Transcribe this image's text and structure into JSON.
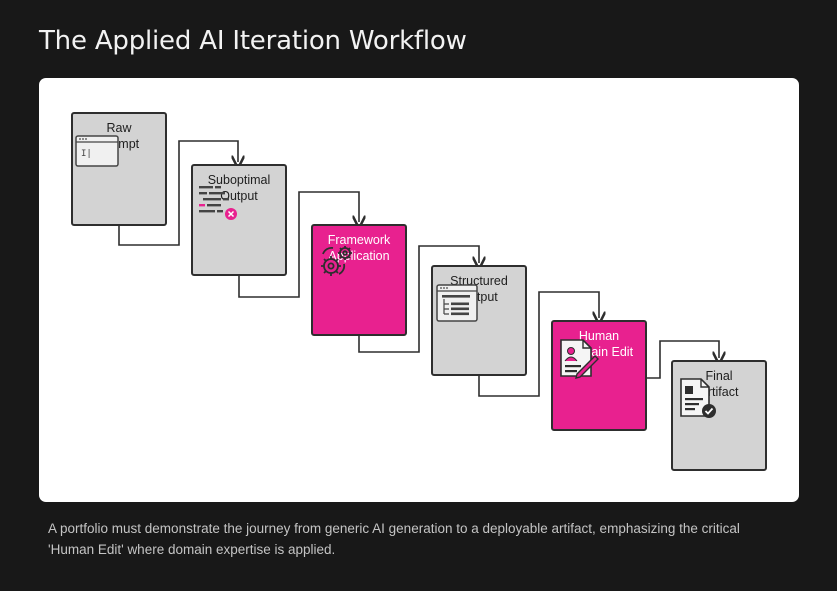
{
  "title": "The Applied AI Iteration Workflow",
  "caption": "A portfolio must demonstrate the journey from generic AI generation to a deployable artifact, emphasizing the critical 'Human Edit' where domain expertise is applied.",
  "colors": {
    "background": "#181818",
    "panel": "#ffffff",
    "step_grey": "#d3d3d3",
    "step_pink": "#e8218f",
    "outline": "#2e2e2e"
  },
  "steps": [
    {
      "label_lines": [
        "Raw",
        "Prompt"
      ],
      "icon": "prompt-window-icon",
      "style": "grey"
    },
    {
      "label_lines": [
        "Suboptimal",
        "Output"
      ],
      "icon": "error-text-icon",
      "style": "grey"
    },
    {
      "label_lines": [
        "Framework",
        "Application"
      ],
      "icon": "gears-icon",
      "style": "pink"
    },
    {
      "label_lines": [
        "Structured",
        "Output"
      ],
      "icon": "structured-window-icon",
      "style": "grey"
    },
    {
      "label_lines": [
        "Human",
        "Domain Edit"
      ],
      "icon": "document-edit-icon",
      "style": "pink"
    },
    {
      "label_lines": [
        "Final",
        "Artifact"
      ],
      "icon": "approved-document-icon",
      "style": "grey"
    }
  ]
}
